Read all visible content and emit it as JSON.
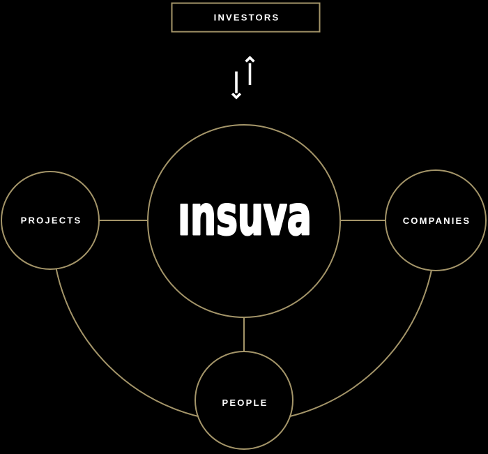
{
  "diagram": {
    "title_box": {
      "label": "INVESTORS"
    },
    "icons": {
      "down_arrow": "arrow-down-icon",
      "up_arrow": "arrow-up-icon",
      "down_arrow_glyph": "↓",
      "up_arrow_glyph": "↑"
    },
    "center": {
      "logo": "ınsuva"
    },
    "nodes": [
      {
        "id": "projects",
        "label": "PROJECTS",
        "position": "left"
      },
      {
        "id": "companies",
        "label": "COMPANIES",
        "position": "right"
      },
      {
        "id": "people",
        "label": "PEOPLE",
        "position": "bottom"
      }
    ],
    "colors": {
      "background": "#000000",
      "stroke_gold": "#a49569",
      "text": "#ffffff"
    }
  }
}
